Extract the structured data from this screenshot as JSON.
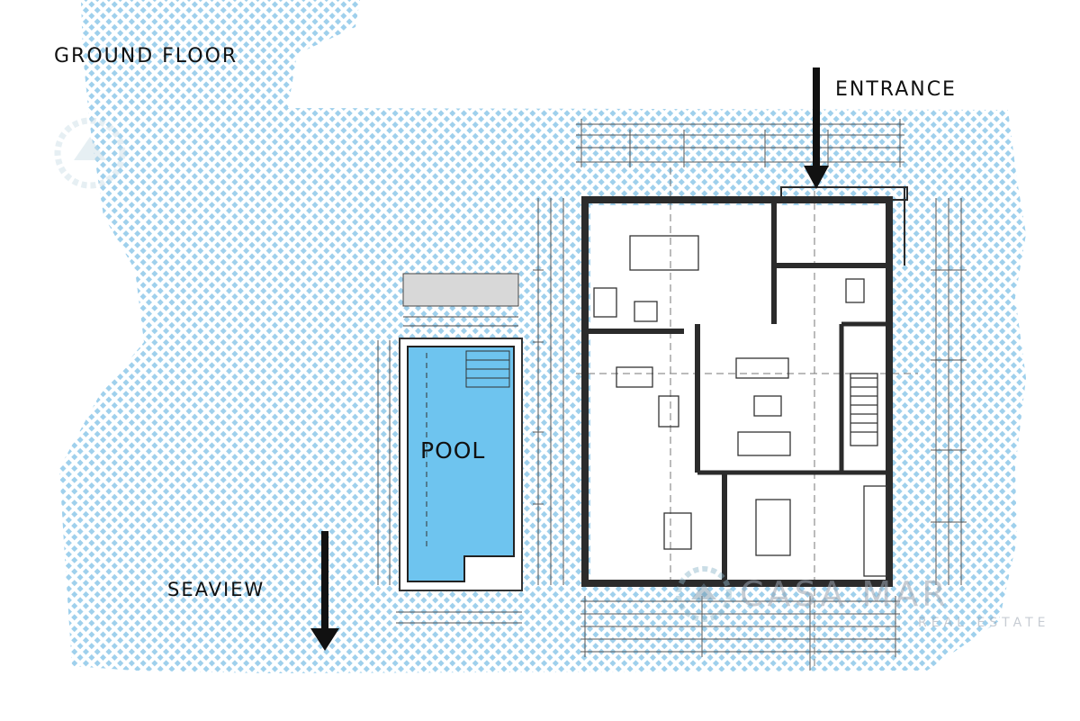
{
  "labels": {
    "ground_floor": "GROUND FLOOR",
    "entrance": "ENTRANCE",
    "seaview": "SEAVIEW",
    "pool": "POOL"
  },
  "watermark": {
    "name": "CASA MAR",
    "sub": "REAL ESTATE"
  },
  "colors": {
    "pattern": "#9fd0ec",
    "pool_water": "#6ec4ef",
    "wall": "#2b2b2b",
    "arrow": "#111111",
    "dimension_line": "#555555"
  }
}
